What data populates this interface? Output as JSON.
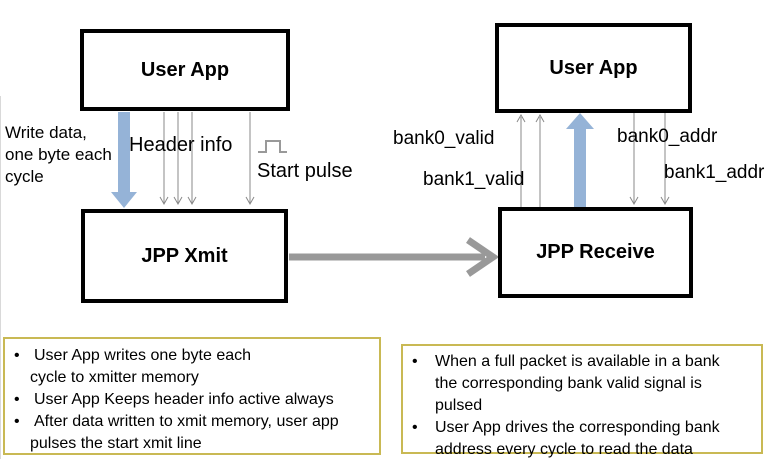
{
  "colors": {
    "box_border": "#000000",
    "accent_blue": "#95b3d7",
    "arrow_gray": "#999999",
    "thin_arrow_gray": "#898989",
    "note_border": "#c9b954",
    "page_bg": "#ffffff",
    "text_color": "#000000"
  },
  "transmit_side": {
    "user_app_label": "User App",
    "xmit_label": "JPP Xmit",
    "write_data_label": "Write data,\none byte each\ncycle",
    "header_info_label": "Header info",
    "start_pulse_label": "Start pulse"
  },
  "receive_side": {
    "user_app_label": "User App",
    "receive_label": "JPP Receive",
    "bank0_valid_label": "bank0_valid",
    "bank1_valid_label": "bank1_valid",
    "bank0_addr_label": "bank0_addr",
    "bank1_addr_label": "bank1_addr"
  },
  "notes": {
    "bullet_char": "•",
    "left_lines": [
      {
        "has_bullet": true,
        "text": "User App writes one byte each"
      },
      {
        "has_bullet": false,
        "text": "cycle to xmitter memory"
      },
      {
        "has_bullet": true,
        "text": "User App Keeps header info active always"
      },
      {
        "has_bullet": true,
        "text": "After data written to xmit memory, user app"
      },
      {
        "has_bullet": false,
        "text": "pulses the start xmit line"
      }
    ],
    "right_lines": [
      {
        "has_bullet": true,
        "text": "When a full packet is available in a bank"
      },
      {
        "has_bullet": false,
        "text": "the corresponding bank valid signal is"
      },
      {
        "has_bullet": false,
        "text": "pulsed"
      },
      {
        "has_bullet": true,
        "text": "User App drives the corresponding bank"
      },
      {
        "has_bullet": false,
        "text": "address every cycle to read the data"
      }
    ]
  }
}
